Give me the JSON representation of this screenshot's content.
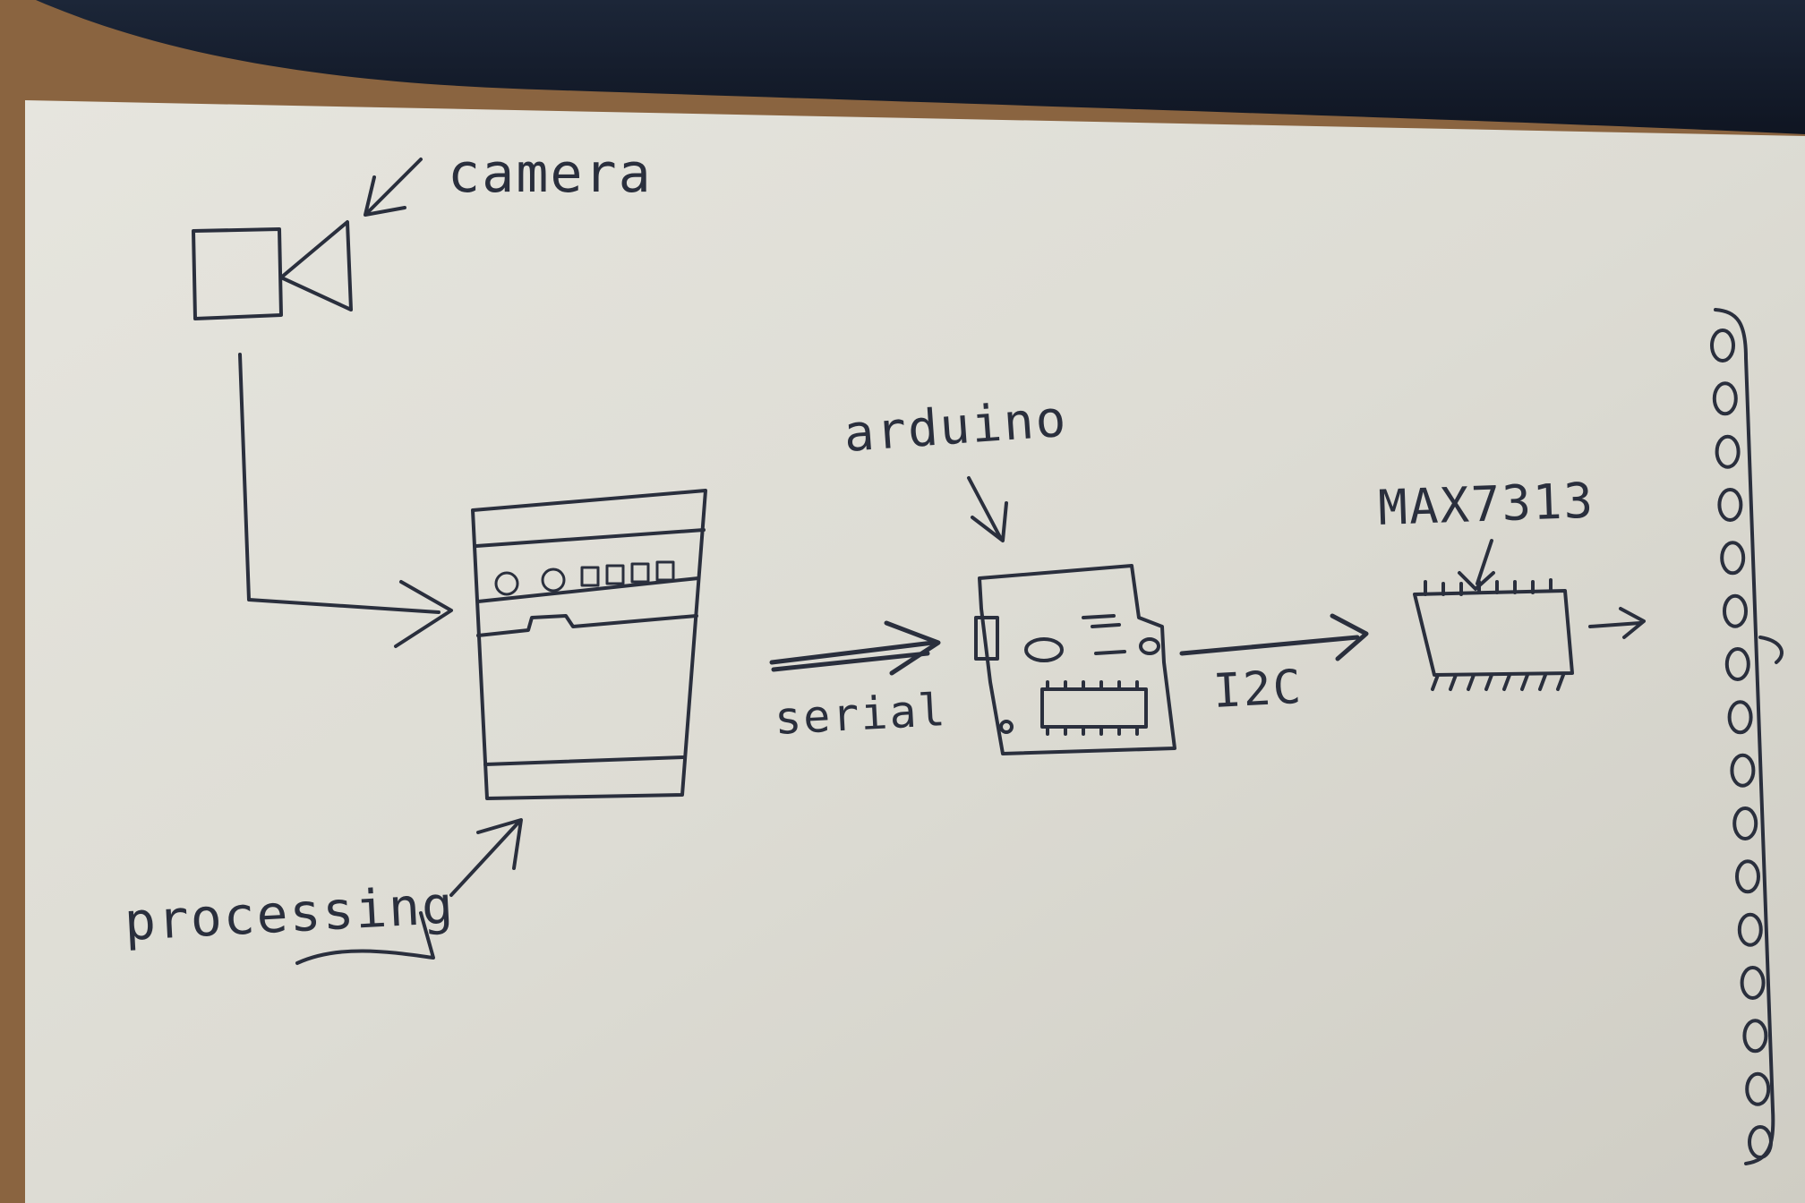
{
  "labels": {
    "camera": "camera",
    "processing": "processing",
    "arduino": "arduino",
    "serial": "serial",
    "i2c": "I2C",
    "chip": "MAX7313"
  },
  "led_count": 16,
  "colors": {
    "ink": "#2a2f3d",
    "paper": "#dedcd4",
    "desk": "#1a2436",
    "table_wood": "#8a6440"
  }
}
